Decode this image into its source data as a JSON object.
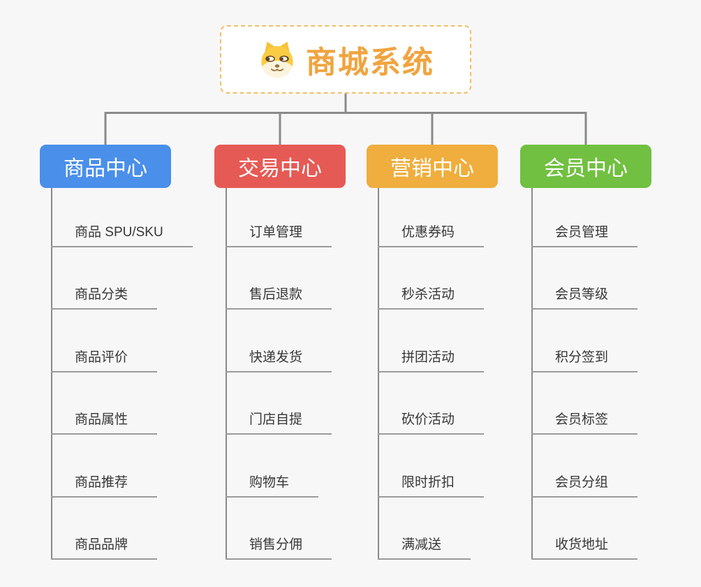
{
  "root": {
    "title": "商城系统",
    "icon": "dog-face-icon",
    "accent_color": "#F0A440",
    "border_color": "#F1BE68"
  },
  "branches": [
    {
      "label": "商品中心",
      "color": "#4A8FE9",
      "items": [
        "商品 SPU/SKU",
        "商品分类",
        "商品评价",
        "商品属性",
        "商品推荐",
        "商品品牌"
      ]
    },
    {
      "label": "交易中心",
      "color": "#E65A55",
      "items": [
        "订单管理",
        "售后退款",
        "快递发货",
        "门店自提",
        "购物车",
        "销售分佣"
      ]
    },
    {
      "label": "营销中心",
      "color": "#EFAE3E",
      "items": [
        "优惠券码",
        "秒杀活动",
        "拼团活动",
        "砍价活动",
        "限时折扣",
        "满减送"
      ]
    },
    {
      "label": "会员中心",
      "color": "#71C041",
      "items": [
        "会员管理",
        "会员等级",
        "积分签到",
        "会员标签",
        "会员分组",
        "收货地址"
      ]
    }
  ],
  "colors": {
    "background": "#F7F7F7",
    "connector": "#8A8A8A",
    "underline": "#9B9B9B",
    "item_text": "#373737"
  }
}
